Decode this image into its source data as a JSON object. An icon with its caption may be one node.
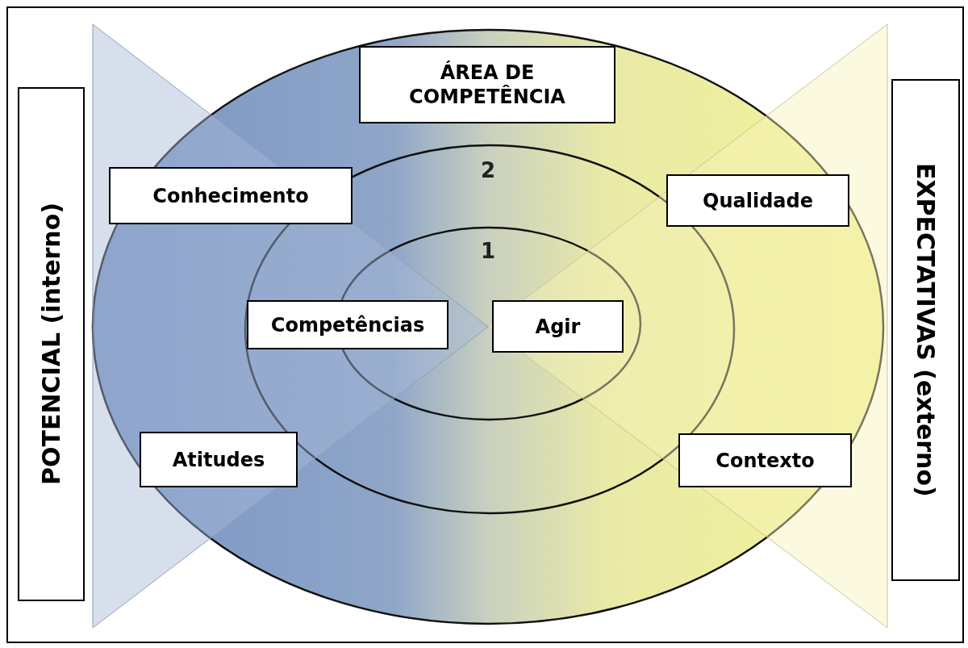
{
  "diagram": {
    "nodes": [
      {
        "text": [
          "ÁREA DE COMPETÊNCIA"
        ]
      },
      {
        "text": [
          "POTENCIAL (interno)"
        ]
      },
      {
        "text": [
          "EXPECTATIVAS (externo)"
        ]
      },
      {
        "text": [
          "Conhecimento"
        ]
      },
      {
        "text": [
          "Qualidade"
        ]
      },
      {
        "text": [
          "Competências"
        ]
      },
      {
        "text": [
          "Agir"
        ]
      },
      {
        "text": [
          "Atitudes"
        ]
      },
      {
        "text": [
          "Contexto"
        ]
      }
    ],
    "labels": [
      "2",
      "1"
    ]
  }
}
